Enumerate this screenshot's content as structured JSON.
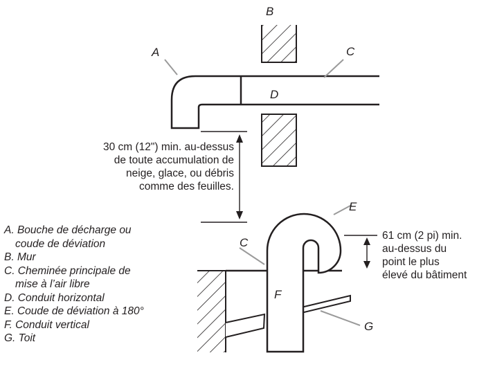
{
  "labels": {
    "A": "A",
    "B": "B",
    "C_top": "C",
    "C_bottom": "C",
    "D": "D",
    "E": "E",
    "F": "F",
    "G": "G"
  },
  "clearance_note": {
    "lines": [
      "30 cm (12\") min. au-dessus",
      "de toute accumulation de",
      "neige, glace, ou débris",
      "comme des feuilles."
    ]
  },
  "height_note": {
    "lines": [
      "61 cm (2 pi) min.",
      "au-dessus du",
      "point le plus",
      "élevé du bâtiment"
    ]
  },
  "legend": [
    {
      "lines": [
        "A. Bouche de décharge ou",
        "coude de déviation"
      ]
    },
    {
      "lines": [
        "B. Mur"
      ]
    },
    {
      "lines": [
        "C. Cheminée principale de",
        "mise à l’air libre"
      ]
    },
    {
      "lines": [
        "D. Conduit horizontal"
      ]
    },
    {
      "lines": [
        "E. Coude de déviation à 180°"
      ]
    },
    {
      "lines": [
        "F. Conduit vertical"
      ]
    },
    {
      "lines": [
        "G. Toit"
      ]
    }
  ]
}
